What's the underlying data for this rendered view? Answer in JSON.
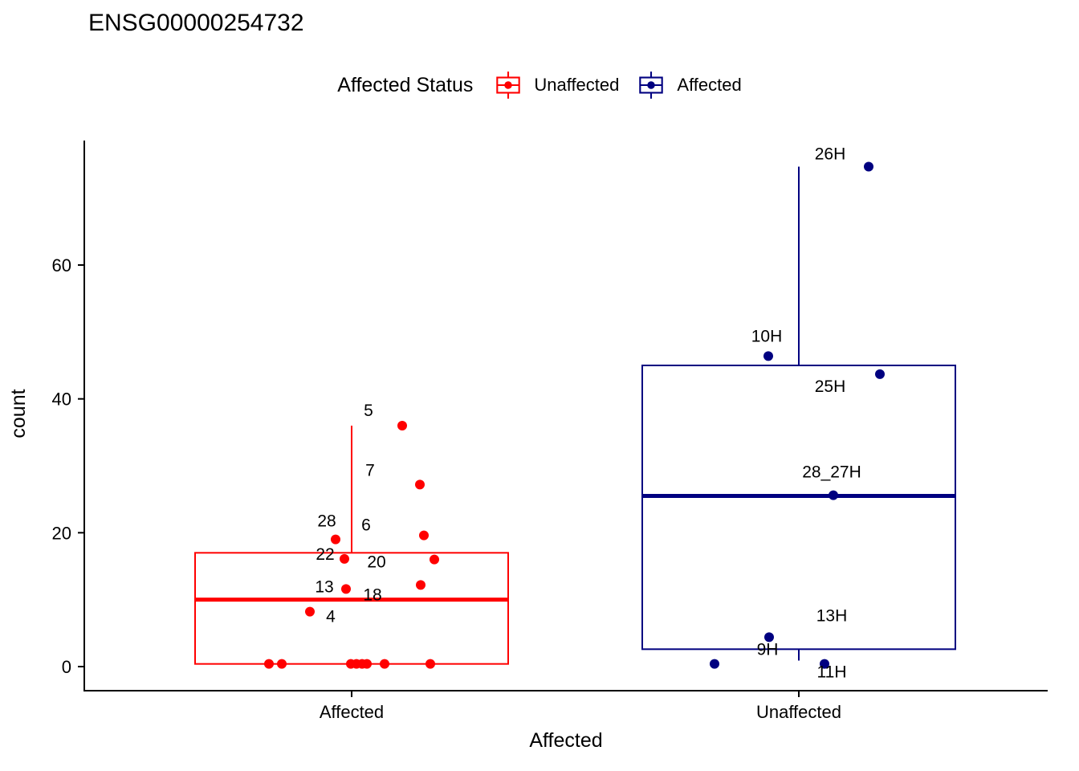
{
  "title": "ENSG00000254732",
  "legend": {
    "title": "Affected Status",
    "items": [
      {
        "label": "Unaffected",
        "color": "#FF0000"
      },
      {
        "label": "Affected",
        "color": "#000080"
      }
    ]
  },
  "axes": {
    "x_title": "Affected",
    "y_title": "count",
    "y_ticks": [
      0,
      20,
      40,
      60
    ]
  },
  "chart_data": {
    "type": "boxplot",
    "title": "ENSG00000254732",
    "xlabel": "Affected",
    "ylabel": "count",
    "ylim": [
      0,
      78
    ],
    "categories": [
      "Affected",
      "Unaffected"
    ],
    "legend_position": "top",
    "grid": false,
    "groups": [
      {
        "category": "Affected",
        "series": "Unaffected",
        "color": "#FF0000",
        "box": {
          "q1": 0.4,
          "median": 10,
          "q3": 17,
          "whisker_low": 0.4,
          "whisker_high": 36
        },
        "points": [
          {
            "label": "",
            "count": 0.4,
            "dx": -103
          },
          {
            "label": "",
            "count": 0.4,
            "dx": -87
          },
          {
            "label": "",
            "count": 0.4,
            "dx": -1
          },
          {
            "label": "",
            "count": 0.4,
            "dx": 6
          },
          {
            "label": "",
            "count": 0.4,
            "dx": 13
          },
          {
            "label": "",
            "count": 0.4,
            "dx": 19
          },
          {
            "label": "",
            "count": 0.4,
            "dx": 41
          },
          {
            "label": "",
            "count": 0.4,
            "dx": 98
          },
          {
            "label": "4",
            "count": 8.2,
            "dx": -52,
            "ldx": 26,
            "ldy": 13
          },
          {
            "label": "13",
            "count": 11.6,
            "dx": -7,
            "ldx": -27,
            "ldy": 4
          },
          {
            "label": "18",
            "count": 12.2,
            "dx": 86,
            "ldx": -60,
            "ldy": 19
          },
          {
            "label": "22",
            "count": 16.1,
            "dx": -9,
            "ldx": -24,
            "ldy": 1
          },
          {
            "label": "20",
            "count": 16.0,
            "dx": 103,
            "ldx": -72,
            "ldy": 10
          },
          {
            "label": "28",
            "count": 19.0,
            "dx": -20,
            "ldx": -11,
            "ldy": -16
          },
          {
            "label": "6",
            "count": 19.6,
            "dx": 90,
            "ldx": -72,
            "ldy": -6
          },
          {
            "label": "7",
            "count": 27.2,
            "dx": 85,
            "ldx": -62,
            "ldy": -11
          },
          {
            "label": "5",
            "count": 36,
            "dx": 63,
            "ldx": -42,
            "ldy": -12
          }
        ]
      },
      {
        "category": "Unaffected",
        "series": "Affected",
        "color": "#000080",
        "box": {
          "q1": 2.6,
          "median": 25.5,
          "q3": 45,
          "whisker_low": 0.9,
          "whisker_high": 74.7
        },
        "points": [
          {
            "label": "9H",
            "count": 0.4,
            "dx": -105,
            "ldx": 66,
            "ldy": -11
          },
          {
            "label": "11H",
            "count": 0.4,
            "dx": 32,
            "ldx": 9,
            "ldy": 17
          },
          {
            "label": "13H",
            "count": 4.4,
            "dx": -37,
            "ldx": 78,
            "ldy": -20
          },
          {
            "label": "28_27H",
            "count": 25.6,
            "dx": 43,
            "ldx": -2,
            "ldy": -22
          },
          {
            "label": "25H",
            "count": 43.7,
            "dx": 101,
            "ldx": -62,
            "ldy": 22
          },
          {
            "label": "10H",
            "count": 46.4,
            "dx": -38,
            "ldx": -2,
            "ldy": -18
          },
          {
            "label": "26H",
            "count": 74.7,
            "dx": 87,
            "ldx": -48,
            "ldy": -9
          }
        ]
      }
    ]
  }
}
